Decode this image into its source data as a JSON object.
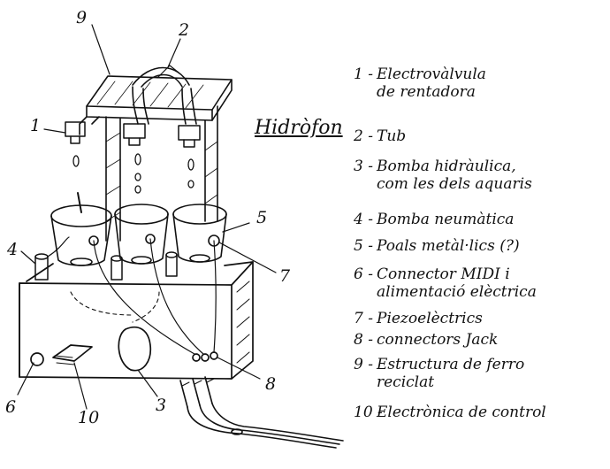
{
  "title": "Hidròfon",
  "callout_numbers": [
    "9",
    "2",
    "1",
    "4",
    "5",
    "7",
    "6",
    "10",
    "3",
    "8"
  ],
  "legend": [
    {
      "n": "1 -",
      "line1": "Electrovàlvula",
      "line2": "de rentadora"
    },
    {
      "n": "2 -",
      "line1": "Tub",
      "line2": ""
    },
    {
      "n": "3 -",
      "line1": "Bomba hidràulica,",
      "line2": "com les dels aquaris"
    },
    {
      "n": "4 -",
      "line1": "Bomba neumàtica",
      "line2": ""
    },
    {
      "n": "5 -",
      "line1": "Poals metàl·lics (?)",
      "line2": ""
    },
    {
      "n": "6 -",
      "line1": "Connector MIDI i",
      "line2": "alimentació elèctrica"
    },
    {
      "n": "7 -",
      "line1": "Piezoelèctrics",
      "line2": ""
    },
    {
      "n": "8 -",
      "line1": "connectors Jack",
      "line2": ""
    },
    {
      "n": "9 -",
      "line1": "Estructura de ferro",
      "line2": "reciclat"
    },
    {
      "n": "10 -",
      "line1": "Electrònica de control",
      "line2": ""
    }
  ]
}
